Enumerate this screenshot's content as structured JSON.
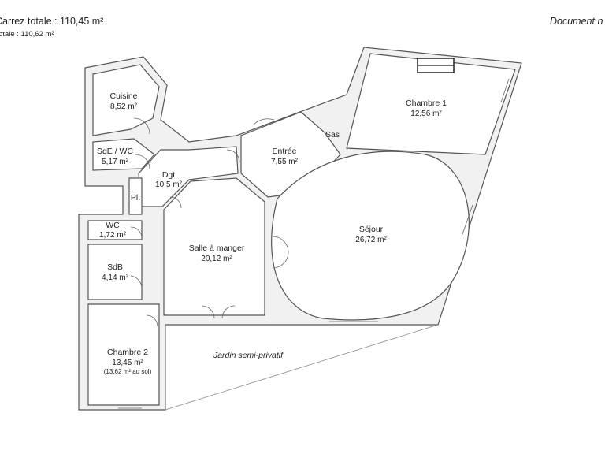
{
  "header": {
    "total_area": "Carrez totale : 110,45 m²",
    "total_sub": "otale : 110,62 m²",
    "doc_note": "Document n"
  },
  "rooms": {
    "cuisine": {
      "name": "Cuisine",
      "area": "8,52 m²"
    },
    "sde_wc": {
      "name": "SdE / WC",
      "area": "5,17 m²"
    },
    "dgt": {
      "name": "Dgt",
      "area": "10,5 m²"
    },
    "placard": {
      "name": "Pl."
    },
    "entree": {
      "name": "Entrée",
      "area": "7,55 m²"
    },
    "sas": {
      "name": "Sas"
    },
    "chambre1": {
      "name": "Chambre 1",
      "area": "12,56 m²"
    },
    "sejour": {
      "name": "Séjour",
      "area": "26,72 m²"
    },
    "wc": {
      "name": "WC",
      "area": "1,72 m²"
    },
    "sdb": {
      "name": "SdB",
      "area": "4,14 m²"
    },
    "salle_manger": {
      "name": "Salle à manger",
      "area": "20,12 m²"
    },
    "chambre2": {
      "name": "Chambre 2",
      "area": "13,45 m²",
      "note": "(13,62 m² au sol)"
    }
  },
  "garden": {
    "label": "Jardin semi-privatif"
  },
  "colors": {
    "wall_fill": "#f1f1f1",
    "wall_stroke": "#555555",
    "room_fill": "#ffffff"
  }
}
